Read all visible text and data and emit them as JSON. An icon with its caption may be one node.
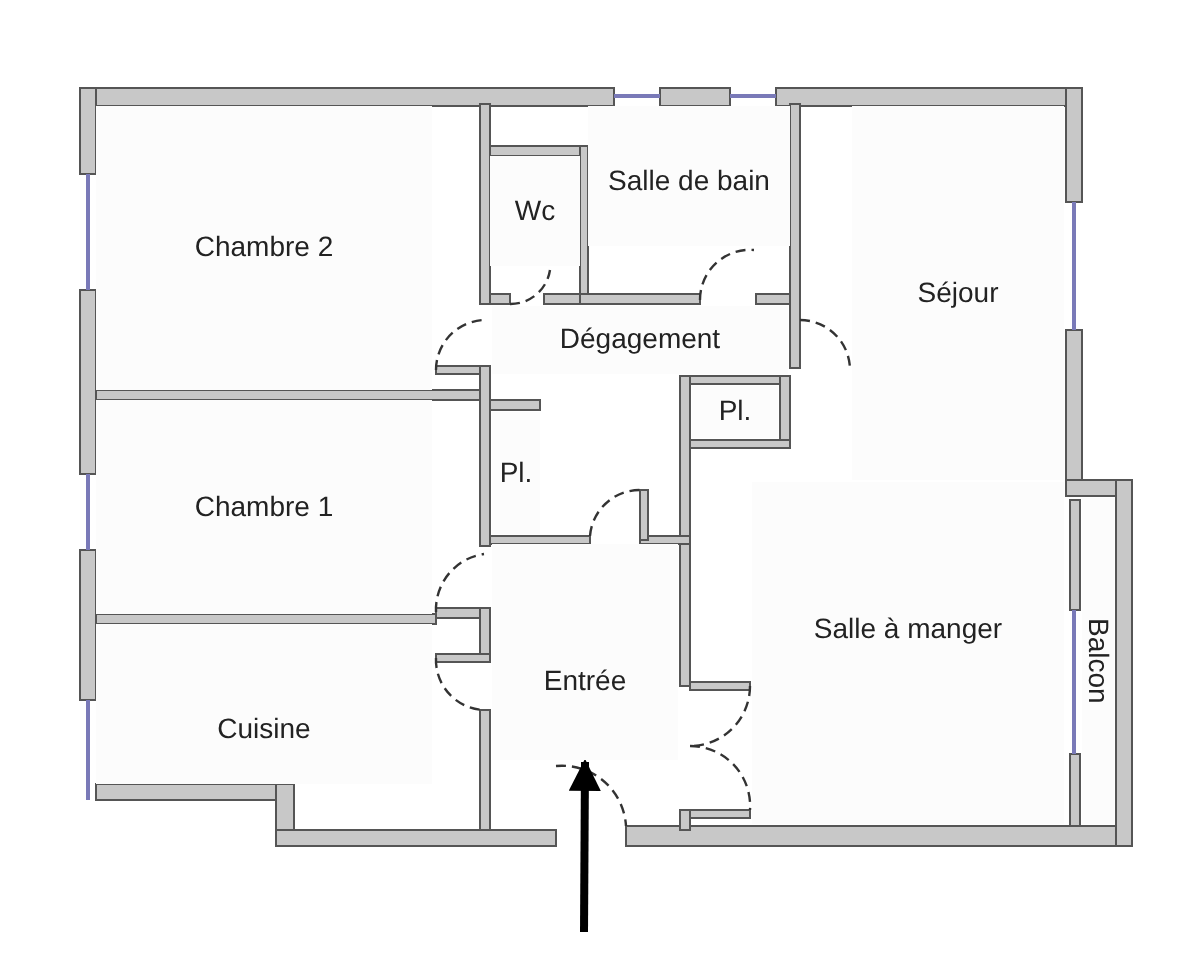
{
  "diagram": {
    "nodes": [
      {
        "text": [
          "Chambre 2"
        ]
      },
      {
        "text": [
          "Wc"
        ]
      },
      {
        "text": [
          "Salle de bain"
        ]
      },
      {
        "text": [
          "Dégagement"
        ]
      },
      {
        "text": [
          "Séjour"
        ]
      },
      {
        "text": [
          "Pl."
        ]
      },
      {
        "text": [
          "Pl."
        ]
      },
      {
        "text": [
          "Chambre 1"
        ]
      },
      {
        "text": [
          "Salle à manger"
        ]
      },
      {
        "text": [
          "Entrée"
        ]
      },
      {
        "text": [
          "Cuisine"
        ]
      },
      {
        "text": [
          "Balcon"
        ]
      }
    ],
    "edges": [
      {
        "from": null,
        "to": 9,
        "arrow": "to"
      }
    ]
  }
}
